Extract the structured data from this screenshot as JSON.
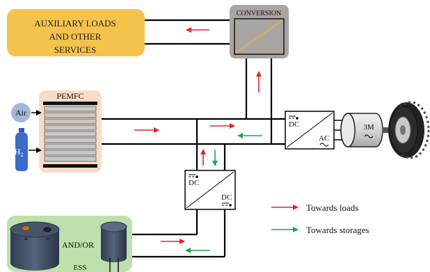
{
  "aux": {
    "line1": "AUXILIARY LOADS",
    "line2": "AND OTHER",
    "line3": "SERVICES",
    "color": "#f5c34c"
  },
  "conversion": {
    "label": "CONVERSION",
    "color": "#a9a5a3"
  },
  "pemfc": {
    "label": "PEMFC",
    "color": "#f9dcc8"
  },
  "inputs": {
    "air": "Air",
    "h2": "H",
    "h2_sub": "2",
    "air_color": "#a3b7d8",
    "h2_color": "#3c6cc8"
  },
  "dcdc": {
    "top": "DC",
    "bottom": "DC"
  },
  "inverter": {
    "dc": "DC",
    "ac": "AC"
  },
  "motor": {
    "label": "3M"
  },
  "ess": {
    "label": "ESS",
    "andor": "AND/OR",
    "plus": "+",
    "minus": "−",
    "color": "#bfe0ad"
  },
  "legend": {
    "loads": {
      "label": "Towards loads",
      "color": "#e8232a"
    },
    "storages": {
      "label": "Towards storages",
      "color": "#1aa84a"
    }
  }
}
